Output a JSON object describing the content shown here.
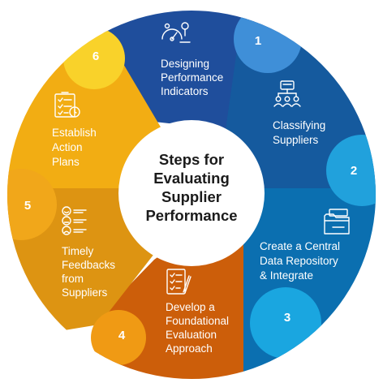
{
  "center": {
    "title_lines": [
      "Steps for",
      "Evaluating",
      "Supplier",
      "Performance"
    ]
  },
  "steps": [
    {
      "number": "1",
      "lines": [
        "Designing",
        "Performance",
        "Indicators"
      ],
      "icon": "gauge-settings-icon",
      "color": "#1f4e9c",
      "badge_color": "#3f8fd8"
    },
    {
      "number": "2",
      "lines": [
        "Classifying",
        "Suppliers"
      ],
      "icon": "org-chart-people-icon",
      "color": "#155a9e",
      "badge_color": "#21a1dc"
    },
    {
      "number": "3",
      "lines": [
        "Create a Central",
        "Data Repository",
        "& Integrate"
      ],
      "icon": "folder-files-icon",
      "color": "#0b6fb0",
      "badge_color": "#1aa6e0"
    },
    {
      "number": "4",
      "lines": [
        "Develop a",
        "Foundational",
        "Evaluation",
        "Approach"
      ],
      "icon": "checklist-pencil-icon",
      "color": "#cc5e0a",
      "badge_color": "#f09a14"
    },
    {
      "number": "5",
      "lines": [
        "Timely",
        "Feedbacks",
        "from",
        "Suppliers"
      ],
      "icon": "feedback-faces-icon",
      "color": "#dd9412",
      "badge_color": "#f1a71a"
    },
    {
      "number": "6",
      "lines": [
        "Establish",
        "Action",
        "Plans"
      ],
      "icon": "action-checklist-icon",
      "color": "#f2ad13",
      "badge_color": "#f9d22a"
    }
  ]
}
